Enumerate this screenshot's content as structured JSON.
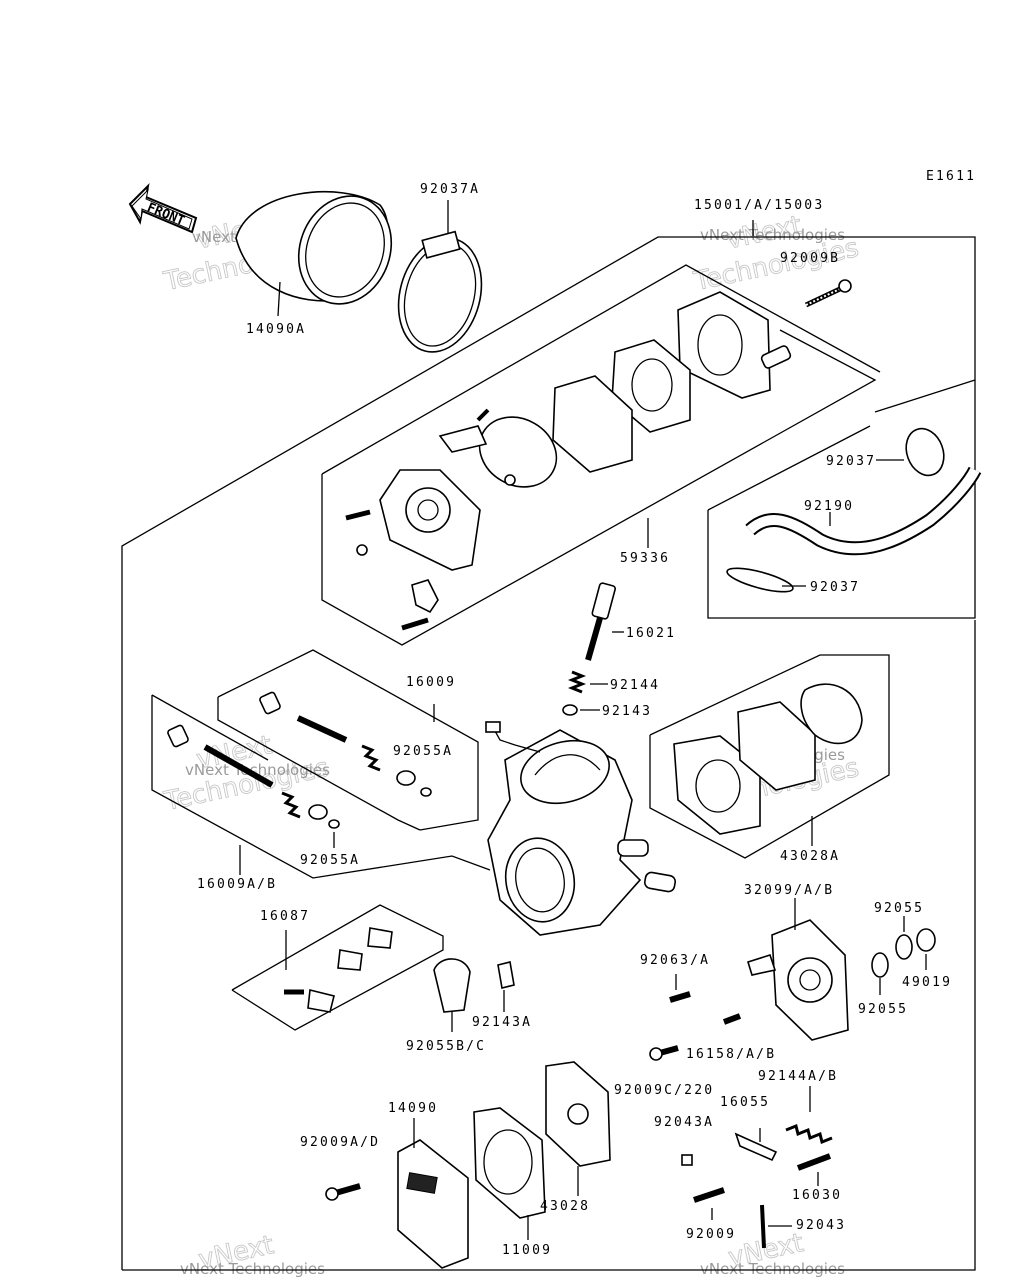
{
  "diagram": {
    "code": "E1611",
    "front_arrow_label": "FRONT",
    "watermark_line1": "vNext",
    "watermark_line2": "Technologies",
    "watermark_small": "vNext Technologies"
  },
  "labels": {
    "p92037A": "92037A",
    "p15001": "15001/A/15003",
    "p92009B": "92009B",
    "p14090A": "14090A",
    "p92037_top": "92037",
    "p92190": "92190",
    "p92037_mid": "92037",
    "p59336": "59336",
    "p16021": "16021",
    "p92144": "92144",
    "p92143": "92143",
    "p16009": "16009",
    "p92055A_top": "92055A",
    "p92055A_low": "92055A",
    "p16009AB": "16009A/B",
    "p43028A": "43028A",
    "p32099": "32099/A/B",
    "p92055_top": "92055",
    "p49019": "49019",
    "p92055_low": "92055",
    "p16087": "16087",
    "p92063": "92063/A",
    "p92143A": "92143A",
    "p92055BC": "92055B/C",
    "p16158": "16158/A/B",
    "p92009C": "92009C/220",
    "p92144AB": "92144A/B",
    "p14090": "14090",
    "p92009AD": "92009A/D",
    "p16055": "16055",
    "p92043A": "92043A",
    "p16030": "16030",
    "p43028": "43028",
    "p11009": "11009",
    "p92009": "92009",
    "p92043": "92043"
  }
}
